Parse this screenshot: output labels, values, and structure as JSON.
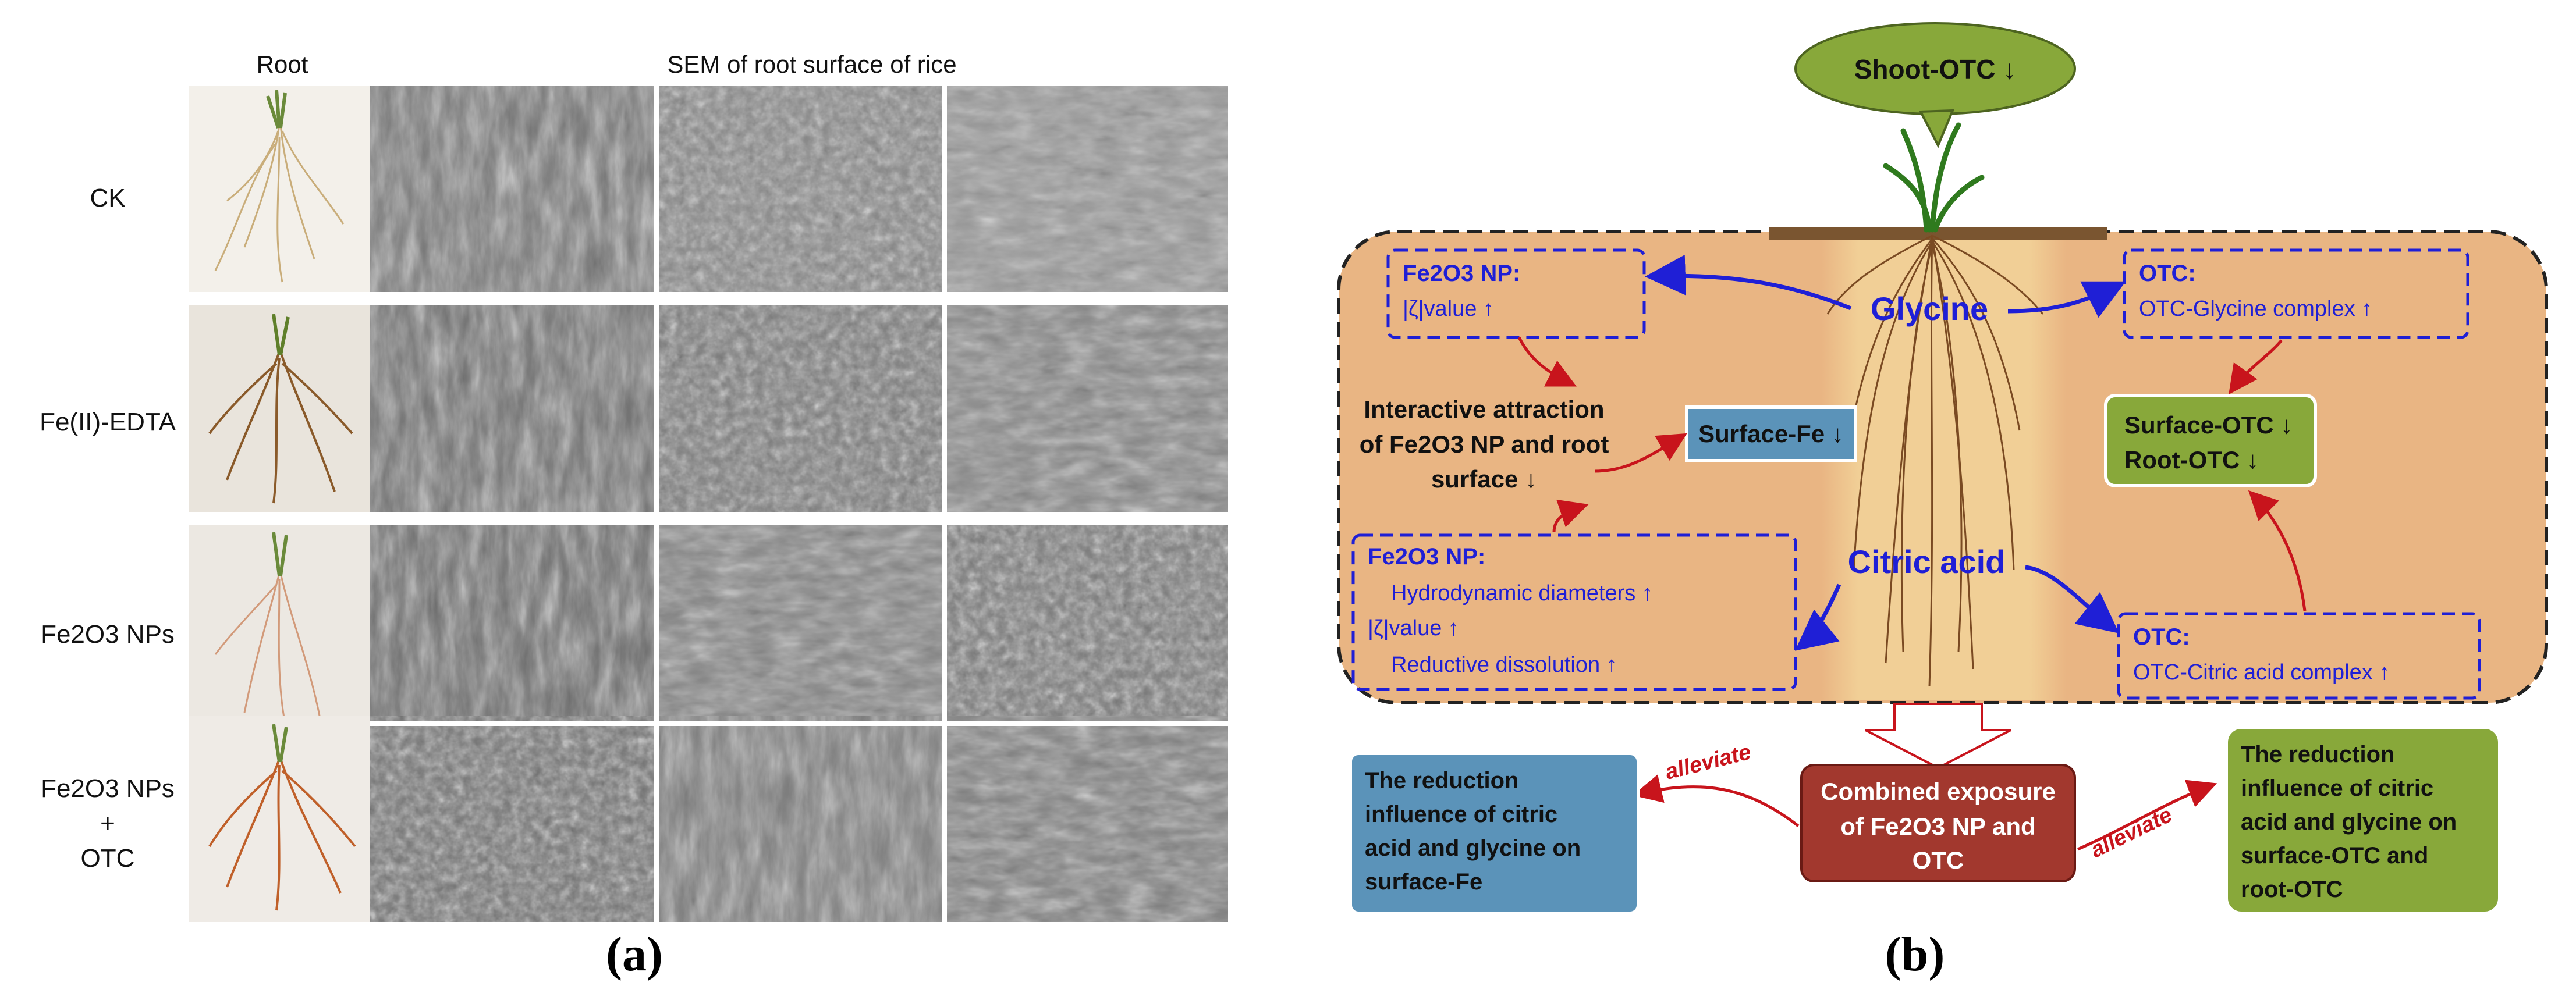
{
  "panel_a": {
    "col_headers": {
      "root": "Root",
      "sem": "SEM of root surface of rice"
    },
    "rows": [
      {
        "label_lines": [
          "CK"
        ]
      },
      {
        "label_lines": [
          "Fe(II)-EDTA"
        ]
      },
      {
        "label_lines": [
          "Fe2O3 NPs"
        ]
      },
      {
        "label_lines": [
          "Fe2O3 NPs",
          "+",
          "OTC"
        ]
      }
    ],
    "caption": "(a)"
  },
  "panel_b": {
    "shoot": "Shoot-OTC ↓",
    "glycine": "Glycine",
    "citric": "Citric acid",
    "box_fe_top_title": "Fe2O3 NP:",
    "box_fe_top_line": "|ζ|value ↑",
    "box_otc_top_title": "OTC:",
    "box_otc_top_line": "OTC-Glycine complex ↑",
    "interactive_lines": [
      "Interactive attraction",
      "of Fe2O3 NP and root",
      "surface ↓"
    ],
    "surface_fe": "Surface-Fe ↓",
    "surface_otc": "Surface-OTC ↓",
    "root_otc": "Root-OTC ↓",
    "box_fe_bot_title": "Fe2O3 NP:",
    "box_fe_bot_lines": [
      "Hydrodynamic diameters ↑",
      "|ζ|value ↑",
      "Reductive dissolution ↑"
    ],
    "box_otc_bot_title": "OTC:",
    "box_otc_bot_line": "OTC-Citric acid complex  ↑",
    "combined_lines": [
      "Combined exposure",
      "of Fe2O3 NP and",
      "OTC"
    ],
    "alleviate_left": "alleviate",
    "alleviate_right": "alleviate",
    "result_left_lines": [
      "The reduction",
      "influence of citric",
      "acid and glycine on",
      "surface-Fe"
    ],
    "result_right_lines": [
      "The reduction",
      "influence of citric",
      "acid and glycine on",
      "surface-OTC and",
      "root-OTC"
    ],
    "caption": "(b)"
  },
  "colors": {
    "orange_bg": "#e9b583",
    "center_band": "#f0cc94",
    "dashed_blue": "#1f1fd6",
    "blue_box": "#5b93b9",
    "green_box": "#88a83a",
    "red_box": "#a2382e",
    "red_arrow": "#c8141c"
  }
}
